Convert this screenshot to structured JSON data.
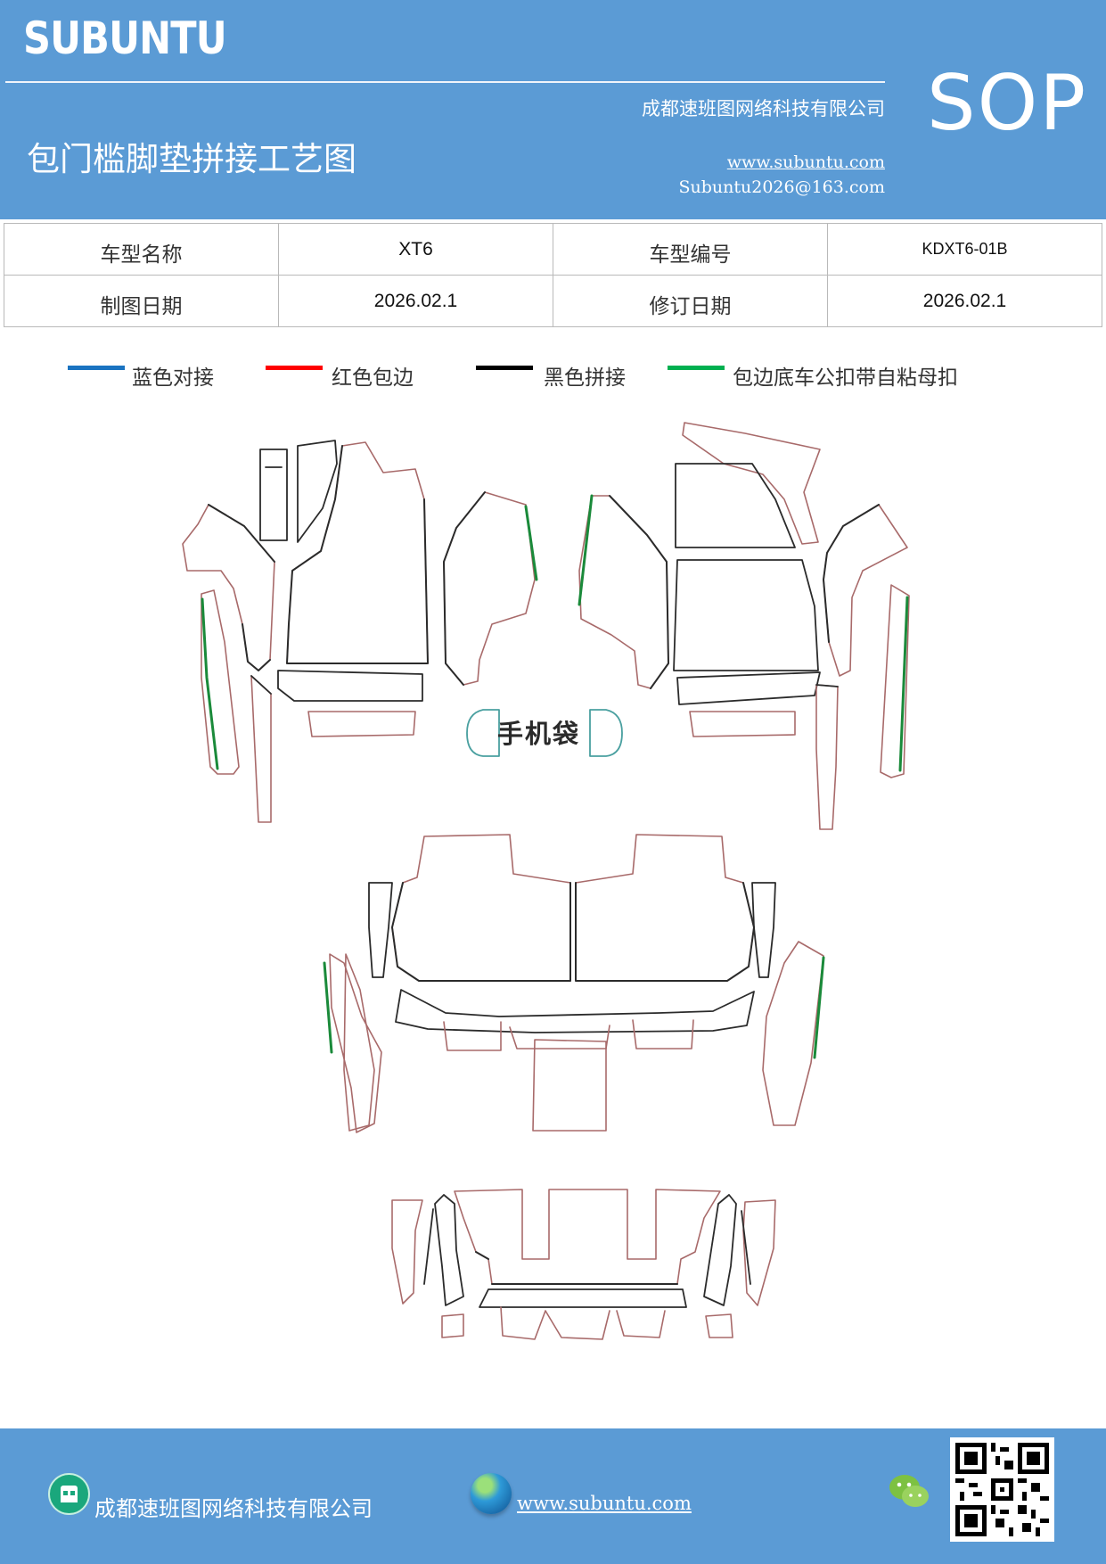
{
  "header": {
    "brand": "SUBUNTU",
    "company": "成都速班图网络科技有限公司",
    "title": "包门槛脚垫拼接工艺图",
    "website": "www.subuntu.com",
    "email": "Subuntu2026@163.com",
    "badge": "SOP"
  },
  "info_table": {
    "rows": [
      {
        "label1": "车型名称",
        "value1": "XT6",
        "label2": "车型编号",
        "value2": "KDXT6-01B"
      },
      {
        "label1": "制图日期",
        "value1": "2026.02.1",
        "label2": "修订日期",
        "value2": "2026.02.1"
      }
    ]
  },
  "legend": [
    {
      "label": "蓝色对接",
      "color": "#1a73c1"
    },
    {
      "label": "红色包边",
      "color": "#ff0000"
    },
    {
      "label": "黑色拼接",
      "color": "#000000"
    },
    {
      "label": "包边底车公扣带自粘母扣",
      "color": "#00b050"
    }
  ],
  "drawing": {
    "phone_pocket_label": "手机袋",
    "colors": {
      "outline": "#a86a6a",
      "seam": "#2b2b2b",
      "green": "#1a8a3a",
      "pocket": "#4aa0a0"
    }
  },
  "footer": {
    "company": "成都速班图网络科技有限公司",
    "website": "www.subuntu.com",
    "icons": [
      "building-icon",
      "globe-icon",
      "wechat-icon",
      "qr-code"
    ]
  }
}
